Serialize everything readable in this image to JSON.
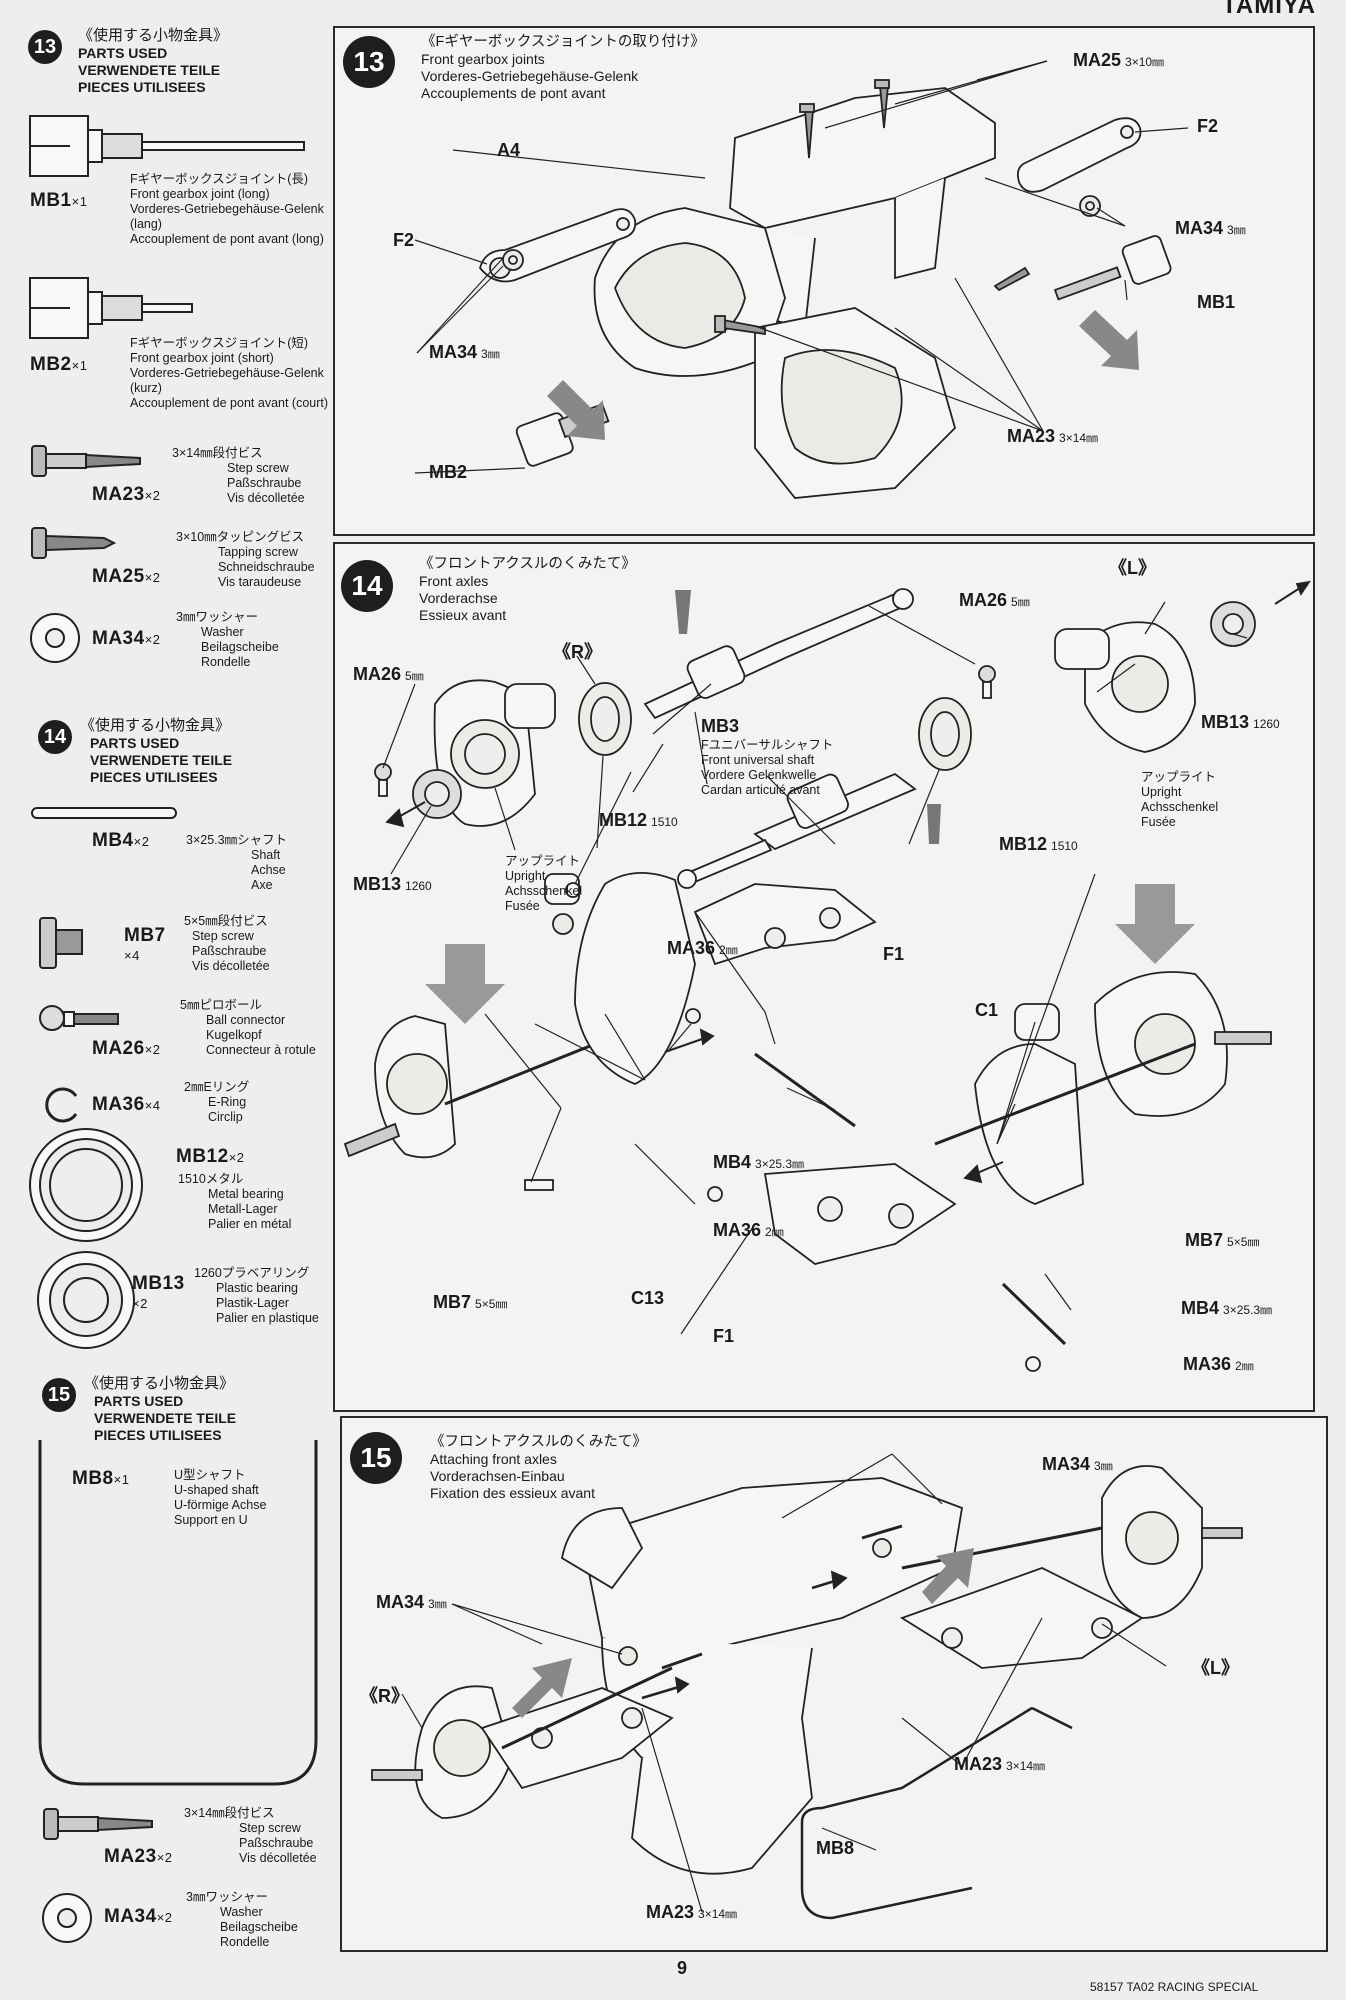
{
  "brand": "TAMIYA",
  "page_number": "9",
  "footer_code": "58157 TA02 RACING SPECIAL",
  "sidebar": {
    "s13": {
      "num": "13",
      "jp": "《使用する小物金具》",
      "en": "PARTS USED",
      "de": "VERWENDETE TEILE",
      "fr": "PIECES UTILISEES",
      "parts": [
        {
          "code": "MB1",
          "qty": "×1",
          "jp": "Fギヤーボックスジョイント(長)",
          "en": "Front gearbox joint (long)",
          "de": "Vorderes-Getriebegehäuse-Gelenk (lang)",
          "fr": "Accouplement de pont avant (long)"
        },
        {
          "code": "MB2",
          "qty": "×1",
          "jp": "Fギヤーボックスジョイント(短)",
          "en": "Front gearbox joint (short)",
          "de": "Vorderes-Getriebegehäuse-Gelenk (kurz)",
          "fr": "Accouplement de pont avant (court)"
        },
        {
          "code": "MA23",
          "qty": "×2",
          "jp": "3×14㎜段付ビス",
          "en": "Step screw",
          "de": "Paßschraube",
          "fr": "Vis décolletée"
        },
        {
          "code": "MA25",
          "qty": "×2",
          "jp": "3×10㎜タッピングビス",
          "en": "Tapping screw",
          "de": "Schneidschraube",
          "fr": "Vis taraudeuse"
        },
        {
          "code": "MA34",
          "qty": "×2",
          "jp": "3㎜ワッシャー",
          "en": "Washer",
          "de": "Beilagscheibe",
          "fr": "Rondelle"
        }
      ]
    },
    "s14": {
      "num": "14",
      "jp": "《使用する小物金具》",
      "en": "PARTS USED",
      "de": "VERWENDETE TEILE",
      "fr": "PIECES UTILISEES",
      "parts": [
        {
          "code": "MB4",
          "qty": "×2",
          "jp": "3×25.3㎜シャフト",
          "en": "Shaft",
          "de": "Achse",
          "fr": "Axe"
        },
        {
          "code": "MB7",
          "qty": "×4",
          "jp": "5×5㎜段付ビス",
          "en": "Step screw",
          "de": "Paßschraube",
          "fr": "Vis décolletée"
        },
        {
          "code": "MA26",
          "qty": "×2",
          "jp": "5㎜ピロボール",
          "en": "Ball connector",
          "de": "Kugelkopf",
          "fr": "Connecteur à rotule"
        },
        {
          "code": "MA36",
          "qty": "×4",
          "jp": "2㎜Eリング",
          "en": "E-Ring",
          "de": "Circlip",
          "fr": ""
        },
        {
          "code": "MB12",
          "qty": "×2",
          "jp": "1510メタル",
          "en": "Metal bearing",
          "de": "Metall-Lager",
          "fr": "Palier en métal"
        },
        {
          "code": "MB13",
          "qty": "×2",
          "jp": "1260プラベアリング",
          "en": "Plastic bearing",
          "de": "Plastik-Lager",
          "fr": "Palier en plastique"
        }
      ]
    },
    "s15": {
      "num": "15",
      "jp": "《使用する小物金具》",
      "en": "PARTS USED",
      "de": "VERWENDETE TEILE",
      "fr": "PIECES UTILISEES",
      "parts": [
        {
          "code": "MB8",
          "qty": "×1",
          "jp": "U型シャフト",
          "en": "U-shaped shaft",
          "de": "U-förmige Achse",
          "fr": "Support en U"
        },
        {
          "code": "MA23",
          "qty": "×2",
          "jp": "3×14㎜段付ビス",
          "en": "Step screw",
          "de": "Paßschraube",
          "fr": "Vis décolletée"
        },
        {
          "code": "MA34",
          "qty": "×2",
          "jp": "3㎜ワッシャー",
          "en": "Washer",
          "de": "Beilagscheibe",
          "fr": "Rondelle"
        }
      ]
    }
  },
  "steps": {
    "s13": {
      "num": "13",
      "jp": "《Fギヤーボックスジョイントの取り付け》",
      "en": "Front gearbox joints",
      "de": "Vorderes-Getriebegehäuse-Gelenk",
      "fr": "Accouplements de pont avant",
      "labels": {
        "ma25": "MA25",
        "ma25_sz": "3×10㎜",
        "f2a": "F2",
        "a4": "A4",
        "f2b": "F2",
        "ma34a": "MA34",
        "ma34a_sz": "3㎜",
        "mb1": "MB1",
        "ma34b": "MA34",
        "ma34b_sz": "3㎜",
        "ma23": "MA23",
        "ma23_sz": "3×14㎜",
        "mb2": "MB2"
      }
    },
    "s14": {
      "num": "14",
      "jp": "《フロントアクスルのくみたて》",
      "en": "Front axles",
      "de": "Vorderachse",
      "fr": "Essieux avant",
      "labels": {
        "ma26a": "MA26",
        "ma26a_sz": "5㎜",
        "r": "《R》",
        "l": "《L》",
        "ma26b": "MA26",
        "ma26b_sz": "5㎜",
        "mb3": "MB3",
        "mb13a": "MB13",
        "mb13a_sz": "1260",
        "mb12a": "MB12",
        "mb12a_sz": "1510",
        "mb12b": "MB12",
        "mb12b_sz": "1510",
        "mb13b": "MB13",
        "mb13b_sz": "1260",
        "ma36a": "MA36",
        "ma36a_sz": "2㎜",
        "f1a": "F1",
        "c1": "C1",
        "mb4a": "MB4",
        "mb4a_sz": "3×25.3㎜",
        "ma36b": "MA36",
        "ma36b_sz": "2㎜",
        "mb7a": "MB7",
        "mb7a_sz": "5×5㎜",
        "c13": "C13",
        "mb7b": "MB7",
        "mb7b_sz": "5×5㎜",
        "mb4b": "MB4",
        "mb4b_sz": "3×25.3㎜",
        "f1b": "F1",
        "ma36c": "MA36",
        "ma36c_sz": "2㎜"
      },
      "notes": {
        "mb3_jp": "Fユニバーサルシャフト",
        "mb3_en": "Front universal shaft",
        "mb3_de": "Vordere Gelenkwelle",
        "mb3_fr": "Cardan articulé avant",
        "up1_jp": "アップライト",
        "up1_en": "Upright",
        "up1_de": "Achsschenkel",
        "up1_fr": "Fusée",
        "up2_jp": "アップライト",
        "up2_en": "Upright",
        "up2_de": "Achsschenkel",
        "up2_fr": "Fusée"
      }
    },
    "s15": {
      "num": "15",
      "jp": "《フロントアクスルのくみたて》",
      "en": "Attaching front axles",
      "de": "Vorderachsen-Einbau",
      "fr": "Fixation des essieux avant",
      "labels": {
        "ma34a": "MA34",
        "ma34a_sz": "3㎜",
        "ma34b": "MA34",
        "ma34b_sz": "3㎜",
        "r": "《R》",
        "l": "《L》",
        "ma23a": "MA23",
        "ma23a_sz": "3×14㎜",
        "mb8": "MB8",
        "ma23b": "MA23",
        "ma23b_sz": "3×14㎜"
      }
    }
  }
}
